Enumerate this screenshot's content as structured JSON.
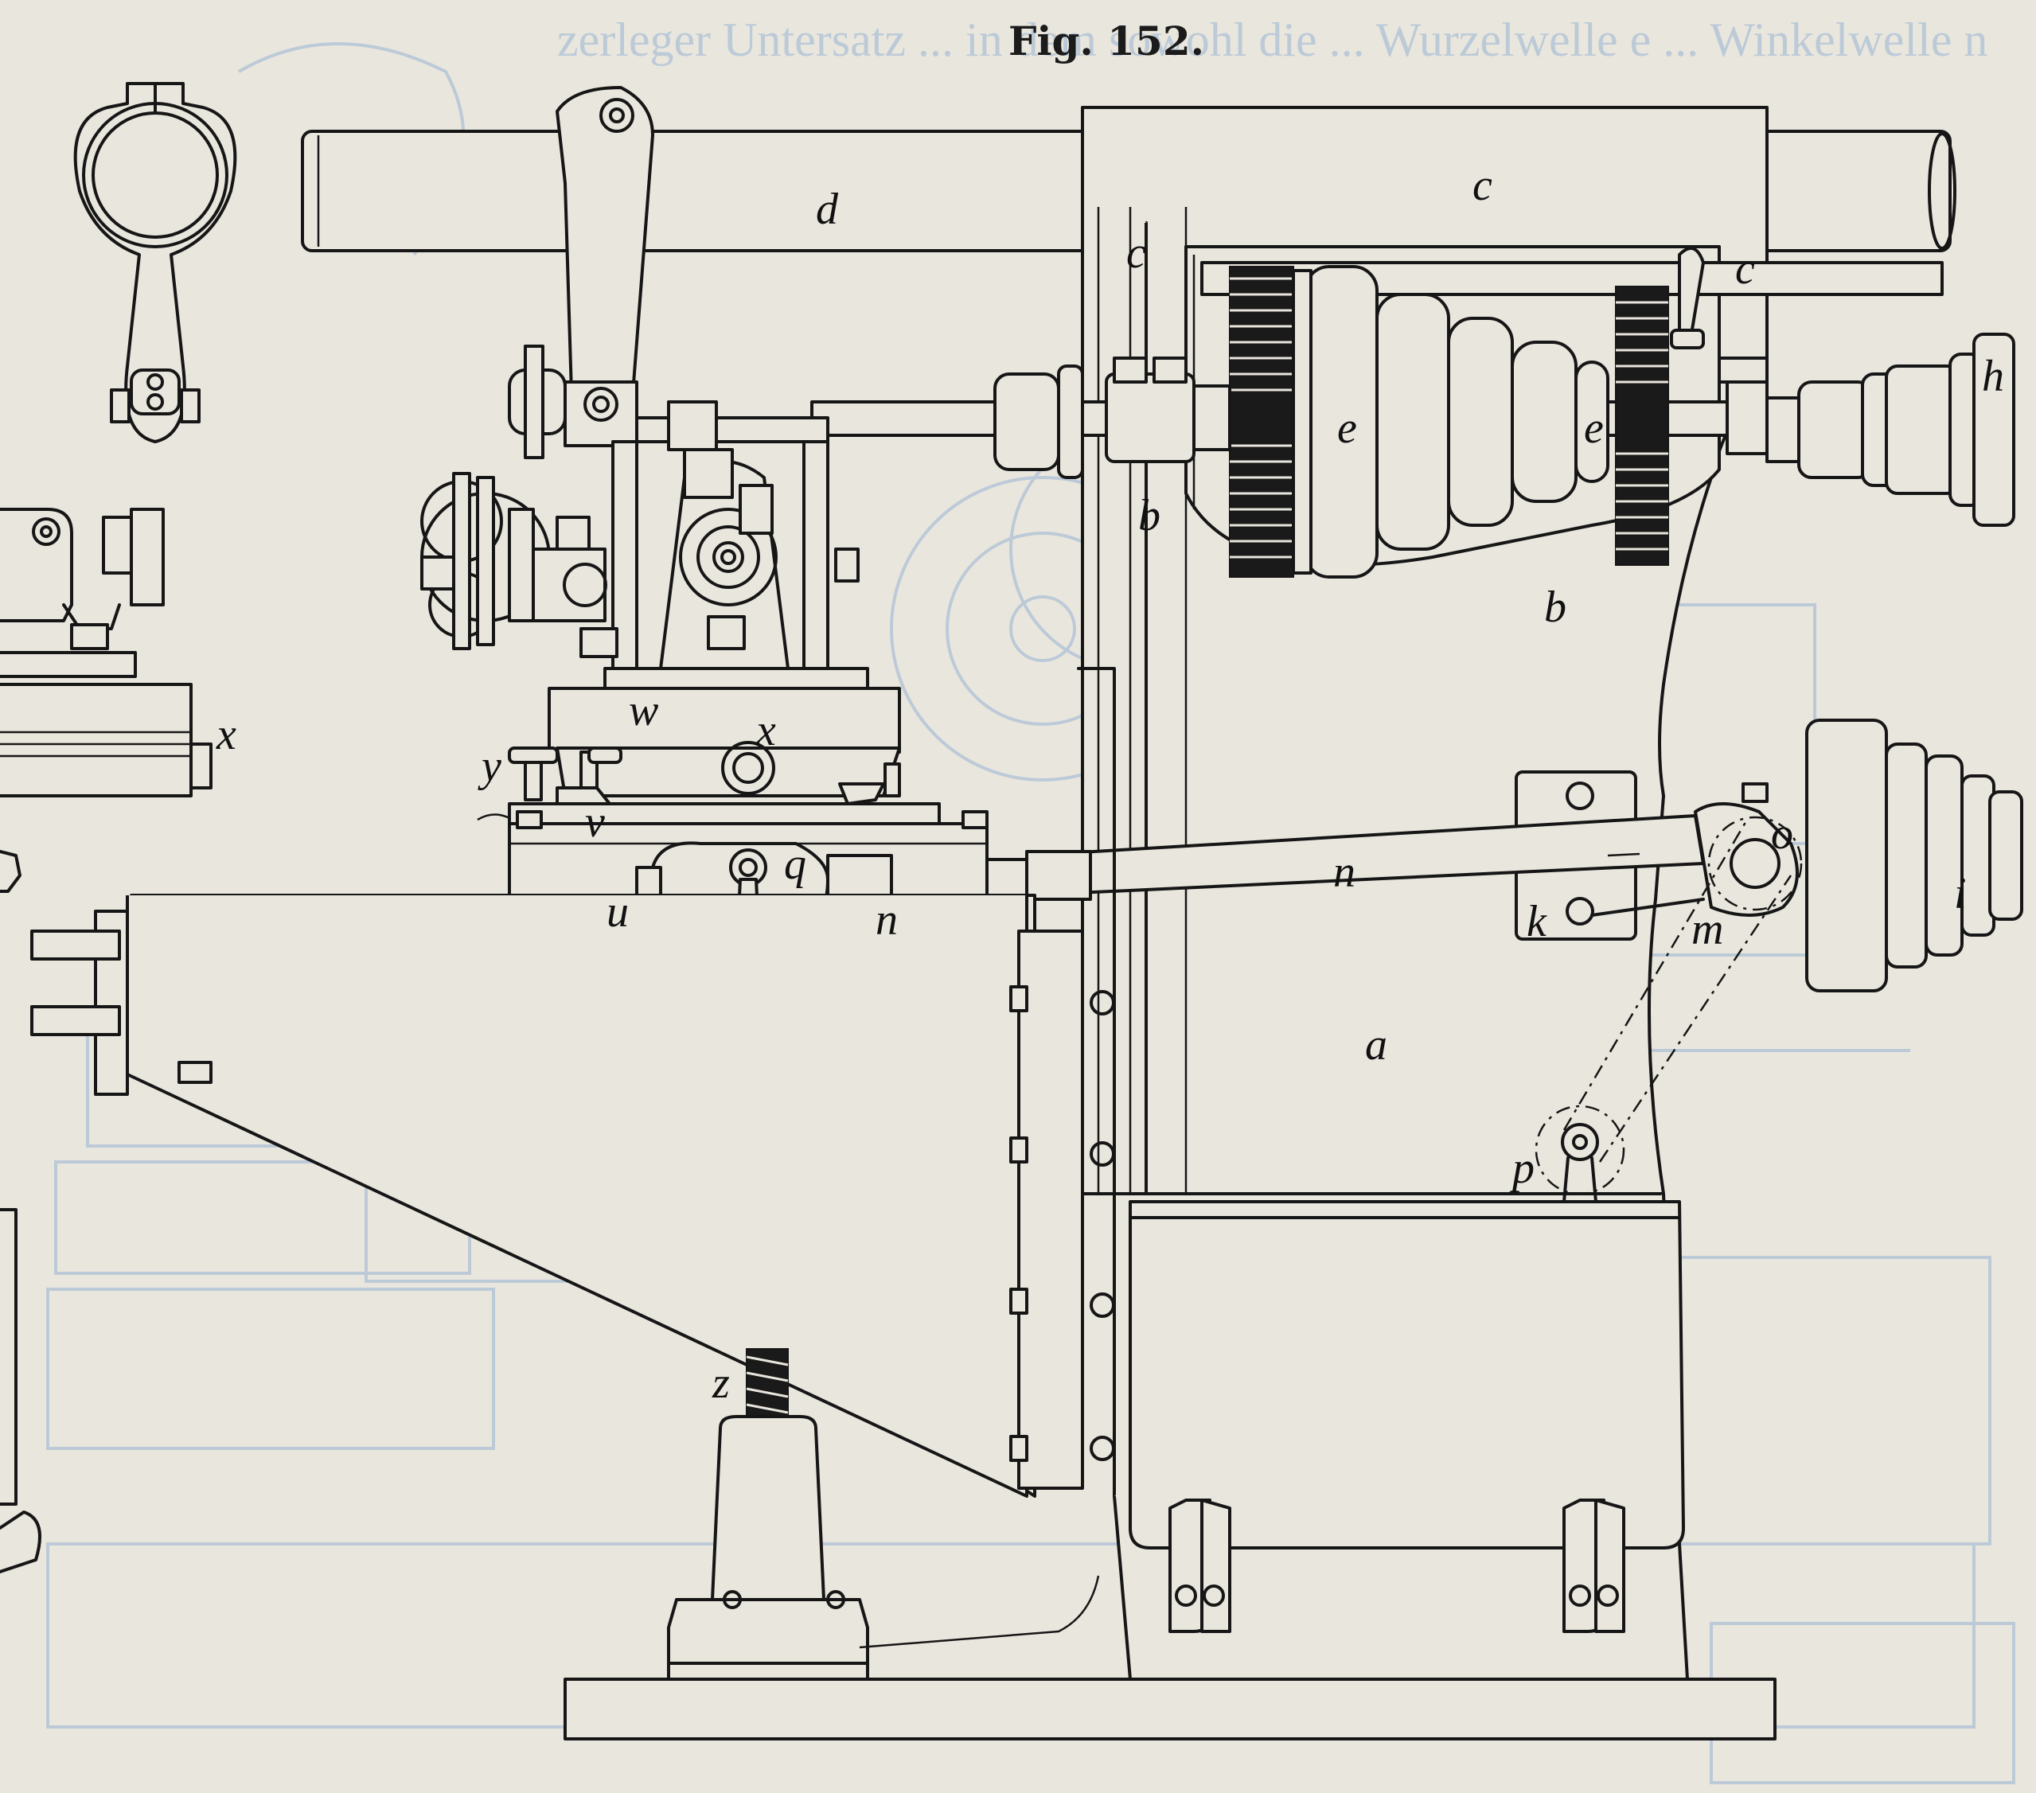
{
  "figure": {
    "caption": "Fig. 152."
  },
  "labels": {
    "a": "a",
    "b1": "b",
    "b2": "b",
    "c1": "c",
    "c2": "c",
    "c3": "c",
    "d": "d",
    "e1": "e",
    "e2": "e",
    "h": "h",
    "i": "i",
    "k": "k",
    "m": "m",
    "n1": "n",
    "n2": "n",
    "o": "o",
    "p": "p",
    "q": "q",
    "u": "u",
    "v": "v",
    "w": "w",
    "x1": "x",
    "x2": "x",
    "y": "y",
    "z": "z"
  },
  "bleed_through_text": "zerleger Untersatz ... in dem sowohl die ... Wurzelwelle e ... Winkelwelle n"
}
